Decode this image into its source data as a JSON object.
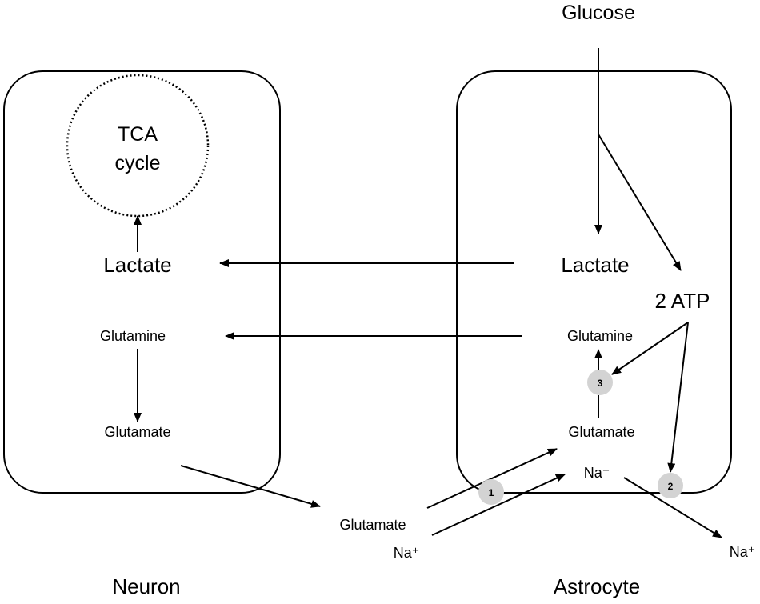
{
  "labels": {
    "glucose": "Glucose",
    "neuron": "Neuron",
    "astrocyte": "Astrocyte",
    "tca_line1": "TCA",
    "tca_line2": "cycle",
    "neuron_lactate": "Lactate",
    "neuron_glutamine": "Glutamine",
    "neuron_glutamate": "Glutamate",
    "astro_lactate": "Lactate",
    "atp": "2 ATP",
    "astro_glutamine": "Glutamine",
    "astro_glutamate": "Glutamate",
    "astro_na": "Na⁺",
    "ext_glutamate": "Glutamate",
    "ext_na": "Na⁺",
    "out_na": "Na⁺"
  },
  "badges": [
    "1",
    "2",
    "3"
  ]
}
